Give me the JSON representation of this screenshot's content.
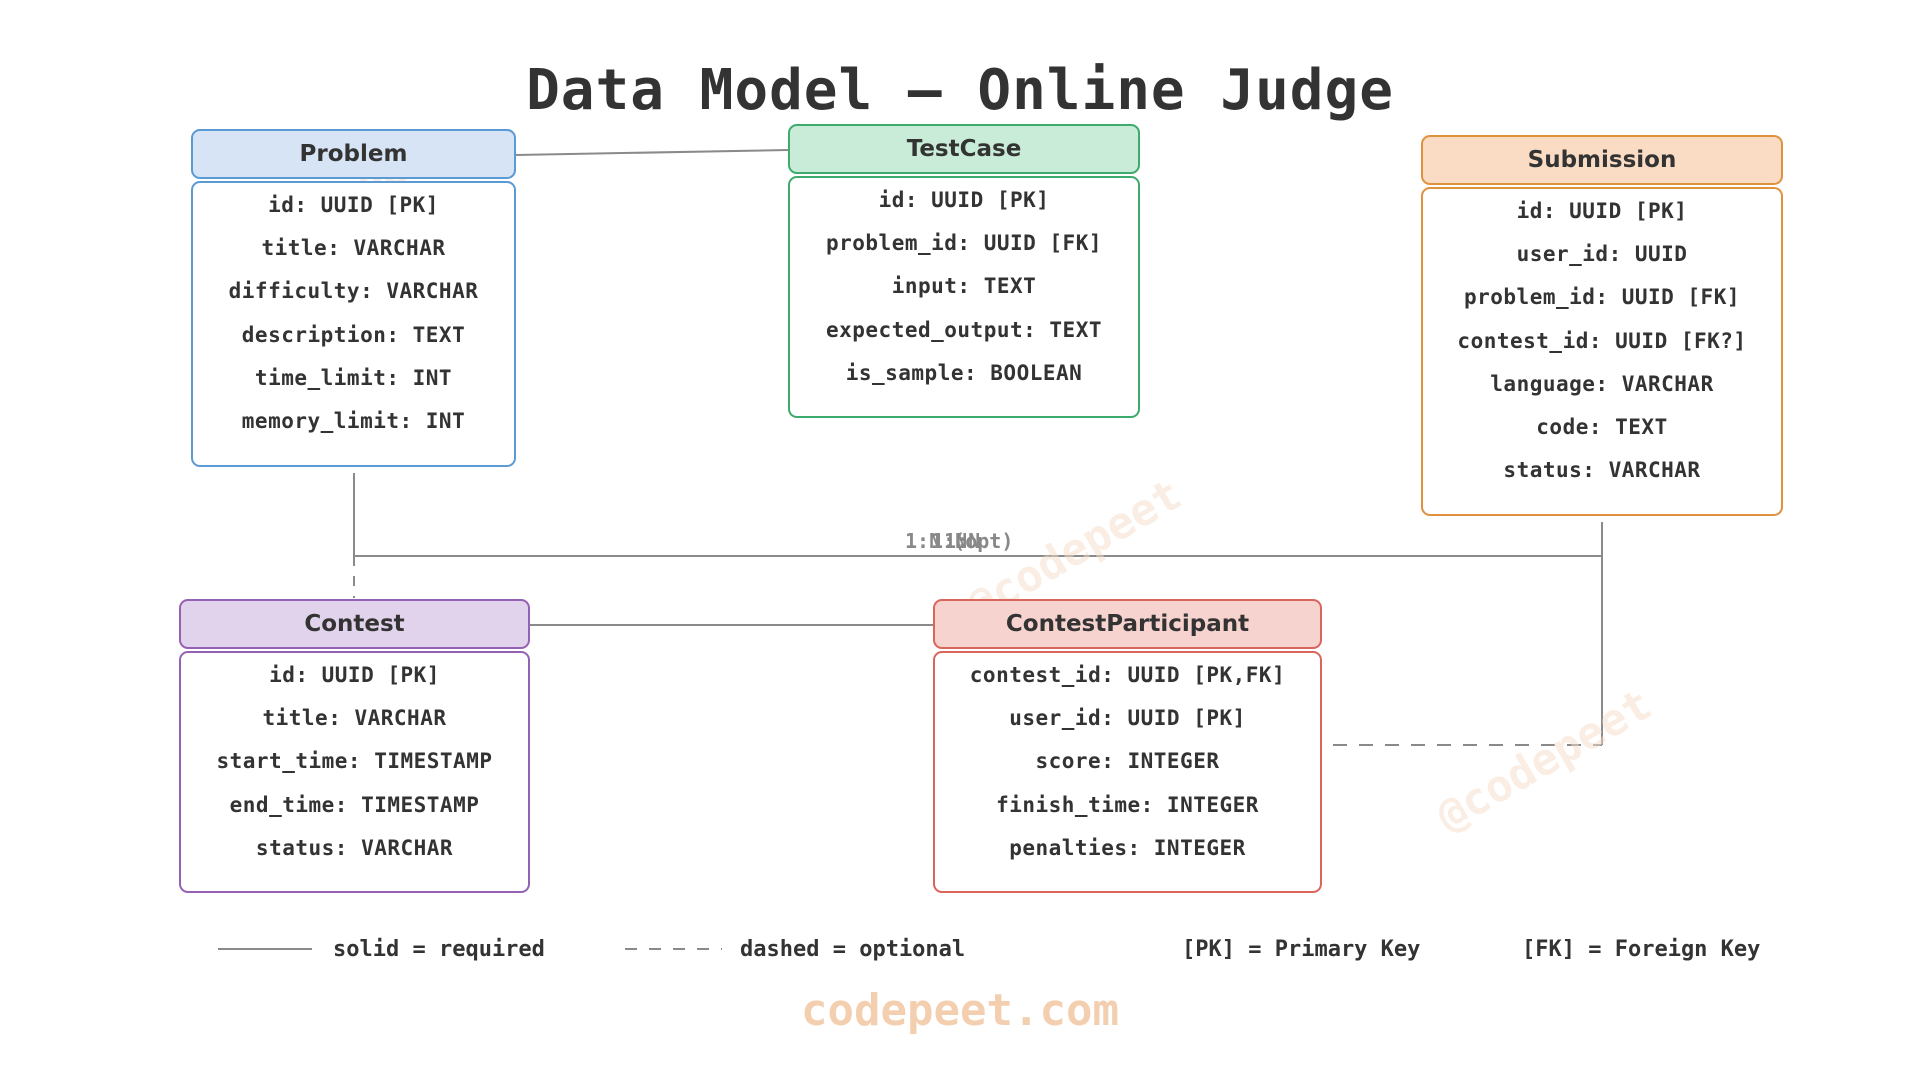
{
  "title": "Data Model – Online Judge",
  "colors": {
    "problem": {
      "fill": "#d6e4f5",
      "stroke": "#5b9bd5"
    },
    "testcase": {
      "fill": "#c8ecd8",
      "stroke": "#3dab6c"
    },
    "submission": {
      "fill": "#fadcc4",
      "stroke": "#e0913e"
    },
    "contest": {
      "fill": "#e2d3ec",
      "stroke": "#9561b3"
    },
    "participant": {
      "fill": "#f7d3d0",
      "stroke": "#d9655c"
    },
    "connector": "#8a8a8a"
  },
  "entities": {
    "problem": {
      "name": "Problem",
      "fields": [
        "id: UUID [PK]",
        "title: VARCHAR",
        "difficulty: VARCHAR",
        "description: TEXT",
        "time_limit: INT",
        "memory_limit: INT"
      ]
    },
    "testcase": {
      "name": "TestCase",
      "fields": [
        "id: UUID [PK]",
        "problem_id: UUID [FK]",
        "input: TEXT",
        "expected_output: TEXT",
        "is_sample: BOOLEAN"
      ]
    },
    "submission": {
      "name": "Submission",
      "fields": [
        "id: UUID [PK]",
        "user_id: UUID",
        "problem_id: UUID [FK]",
        "contest_id: UUID [FK?]",
        "language: VARCHAR",
        "code: TEXT",
        "status: VARCHAR"
      ]
    },
    "contest": {
      "name": "Contest",
      "fields": [
        "id: UUID [PK]",
        "title: VARCHAR",
        "start_time: TIMESTAMP",
        "end_time: TIMESTAMP",
        "status: VARCHAR"
      ]
    },
    "participant": {
      "name": "ContestParticipant",
      "fields": [
        "contest_id: UUID [PK,FK]",
        "user_id: UUID [PK]",
        "score: INTEGER",
        "finish_time: INTEGER",
        "penalties: INTEGER"
      ]
    }
  },
  "relations": {
    "label_a": "1:N (opt)",
    "label_b": "1:N",
    "label_c": "1:N"
  },
  "legend": {
    "solid": "solid = required",
    "dashed": "dashed = optional",
    "pk": "[PK] = Primary Key",
    "fk": "[FK] = Foreign Key"
  },
  "watermark": "@codepeet",
  "footer": "codepeet.com"
}
